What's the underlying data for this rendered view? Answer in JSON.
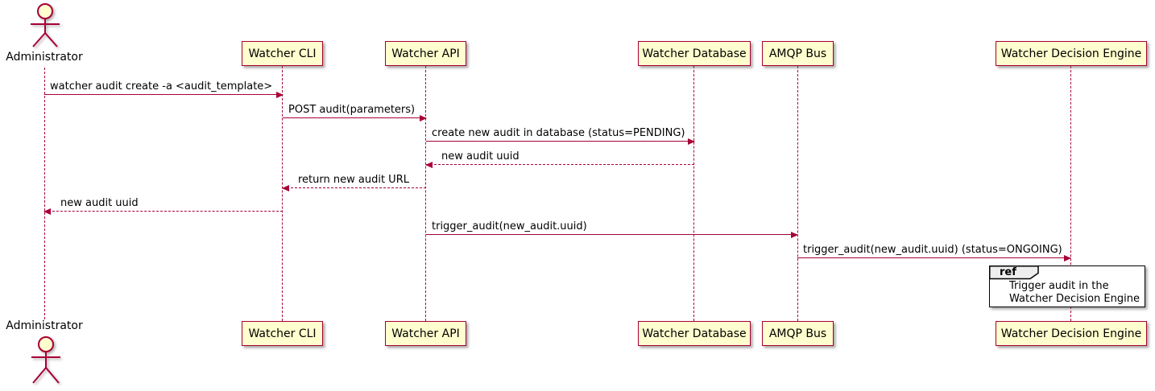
{
  "diagram": {
    "type": "sequence",
    "colors": {
      "accent": "#A80036",
      "participant_fill": "#FEFECE",
      "ref_header_fill": "#EEEEEE",
      "ref_border": "#000000",
      "text": "#000000",
      "background": "#FFFFFF"
    }
  },
  "actor": {
    "name": "Administrator"
  },
  "participants": [
    {
      "label": "Watcher CLI"
    },
    {
      "label": "Watcher API"
    },
    {
      "label": "Watcher Database"
    },
    {
      "label": "AMQP Bus"
    },
    {
      "label": "Watcher Decision Engine"
    }
  ],
  "messages": [
    {
      "from": "Administrator",
      "to": "Watcher CLI",
      "style": "solid",
      "direction": "right",
      "label": "watcher audit create -a <audit_template>"
    },
    {
      "from": "Watcher CLI",
      "to": "Watcher API",
      "style": "solid",
      "direction": "right",
      "label": "POST audit(parameters)"
    },
    {
      "from": "Watcher API",
      "to": "Watcher Database",
      "style": "solid",
      "direction": "right",
      "label": "create new audit in database (status=PENDING)"
    },
    {
      "from": "Watcher Database",
      "to": "Watcher API",
      "style": "dashed",
      "direction": "left",
      "label": "new audit uuid"
    },
    {
      "from": "Watcher API",
      "to": "Watcher CLI",
      "style": "dashed",
      "direction": "left",
      "label": "return new audit URL"
    },
    {
      "from": "Watcher CLI",
      "to": "Administrator",
      "style": "dashed",
      "direction": "left",
      "label": "new audit uuid"
    },
    {
      "from": "Watcher API",
      "to": "AMQP Bus",
      "style": "solid",
      "direction": "right",
      "label": "trigger_audit(new_audit.uuid)"
    },
    {
      "from": "AMQP Bus",
      "to": "Watcher Decision Engine",
      "style": "solid",
      "direction": "right",
      "label": "trigger_audit(new_audit.uuid) (status=ONGOING)"
    }
  ],
  "ref": {
    "keyword": "ref",
    "lines": [
      "Trigger audit in the",
      "Watcher Decision Engine"
    ]
  }
}
